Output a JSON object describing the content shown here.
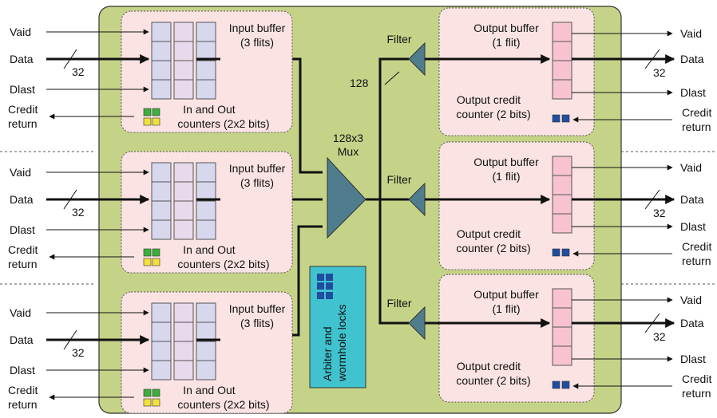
{
  "inputs": [
    {
      "valid": "Vaid",
      "data": "Data",
      "width": "32",
      "last": "Dlast",
      "credit1": "Credit",
      "credit2": "return",
      "buffer1": "Input buffer",
      "buffer2": "(3 flits)",
      "counter1": "In and Out",
      "counter2": "counters (2x2 bits)"
    },
    {
      "valid": "Vaid",
      "data": "Data",
      "width": "32",
      "last": "Dlast",
      "credit1": "Credit",
      "credit2": "return",
      "buffer1": "Input buffer",
      "buffer2": "(3 flits)",
      "counter1": "In and Out",
      "counter2": "counters (2x2 bits)"
    },
    {
      "valid": "Vaid",
      "data": "Data",
      "width": "32",
      "last": "Dlast",
      "credit1": "Credit",
      "credit2": "return",
      "buffer1": "Input buffer",
      "buffer2": "(3 flits)",
      "counter1": "In and Out",
      "counter2": "counters (2x2 bits)"
    }
  ],
  "outputs": [
    {
      "valid": "Vaid",
      "data": "Data",
      "width": "32",
      "last": "Dlast",
      "credit1": "Credit",
      "credit2": "return",
      "buffer1": "Output buffer",
      "buffer2": "(1 flit)",
      "counter1": "Output credit",
      "counter2": "counter (2 bits)",
      "filter": "Filter"
    },
    {
      "valid": "Vaid",
      "data": "Data",
      "width": "32",
      "last": "Dlast",
      "credit1": "Credit",
      "credit2": "return",
      "buffer1": "Output buffer",
      "buffer2": "(1 flit)",
      "counter1": "Output credit",
      "counter2": "counter (2 bits)",
      "filter": "Filter"
    },
    {
      "valid": "Vaid",
      "data": "Data",
      "width": "32",
      "last": "Dlast",
      "credit1": "Credit",
      "credit2": "return",
      "buffer1": "Output buffer",
      "buffer2": "(1 flit)",
      "counter1": "Output credit",
      "counter2": "counter (2 bits)",
      "filter": "Filter"
    }
  ],
  "mux": {
    "line1": "128x3",
    "line2": "Mux"
  },
  "bus_width_in": "128",
  "bus_width_out": "128",
  "arbiter": {
    "line1": "Arbiter and",
    "line2": "wormhole locks"
  },
  "colors": {
    "router": "#c5d389",
    "panel": "#fbe3e3",
    "input_cell": "#d7d7ee",
    "input_cell2": "#e9d9ec",
    "output_cell": "#f7c3d1",
    "mux": "#4f7d8d",
    "arbiter": "#41c2cf",
    "green": "#3ab03a",
    "yellow": "#f2e13a",
    "blue": "#1f4da0"
  }
}
